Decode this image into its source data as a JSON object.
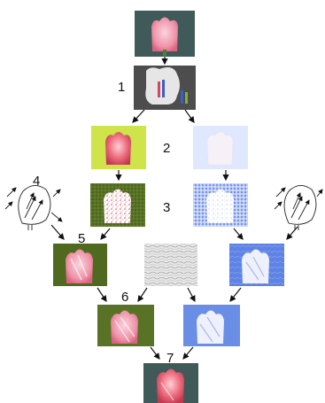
{
  "diagram": {
    "step_labels": [
      "1",
      "2",
      "3",
      "4",
      "5",
      "6",
      "7"
    ]
  },
  "colors": {
    "dark_backdrop": "#3f5a59",
    "gray_panel": "#4d4d4d",
    "lime_background": "#cfe34a",
    "pale_blue_background": "#dfe8ff",
    "olive_texture": "#4f6a1e",
    "blue_texture": "#5b7fe0",
    "tulip_pink": "#f2a2b4",
    "arrow": "#111111"
  }
}
